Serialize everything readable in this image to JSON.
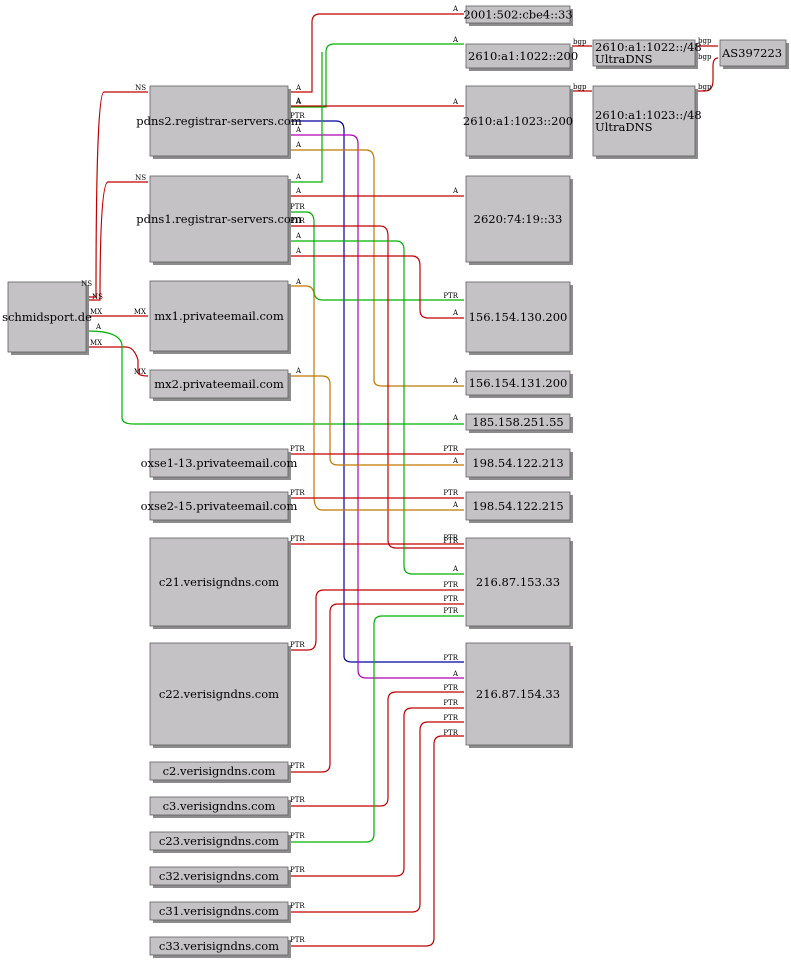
{
  "colors": {
    "red": "#c00000",
    "green": "#00b000",
    "blue": "#0000a0",
    "magenta": "#b000b0",
    "orange": "#c07800",
    "node_fill": "#c5c2c5"
  },
  "nodes": {
    "schmidsport": "schmidsport.de",
    "pdns2": "pdns2.registrar-servers.com",
    "pdns1": "pdns1.registrar-servers.com",
    "mx1": "mx1.privateemail.com",
    "mx2": "mx2.privateemail.com",
    "oxse1": "oxse1-13.privateemail.com",
    "oxse2": "oxse2-15.privateemail.com",
    "c21": "c21.verisigndns.com",
    "c22": "c22.verisigndns.com",
    "c2": "c2.verisigndns.com",
    "c3": "c3.verisigndns.com",
    "c23": "c23.verisigndns.com",
    "c32": "c32.verisigndns.com",
    "c31": "c31.verisigndns.com",
    "c33": "c33.verisigndns.com",
    "ip_2001": "2001:502:cbe4::33",
    "ip_2610_200": "2610:a1:1022::200",
    "ip_2610_1023": "2610:a1:1023::200",
    "ip_2620": "2620:74:19::33",
    "ip_130": "156.154.130.200",
    "ip_131": "156.154.131.200",
    "ip_185": "185.158.251.55",
    "ip_213": "198.54.122.213",
    "ip_215": "198.54.122.215",
    "ip_153": "216.87.153.33",
    "ip_154": "216.87.154.33",
    "net_1022": [
      "2610:a1:1022::/48",
      "UltraDNS"
    ],
    "net_1023": [
      "2610:a1:1023::/48",
      "UltraDNS"
    ],
    "as": "AS397223"
  },
  "edge_labels": {
    "ns": "NS",
    "mx": "MX",
    "a": "A",
    "ptr": "PTR",
    "bgp": "bgp"
  }
}
